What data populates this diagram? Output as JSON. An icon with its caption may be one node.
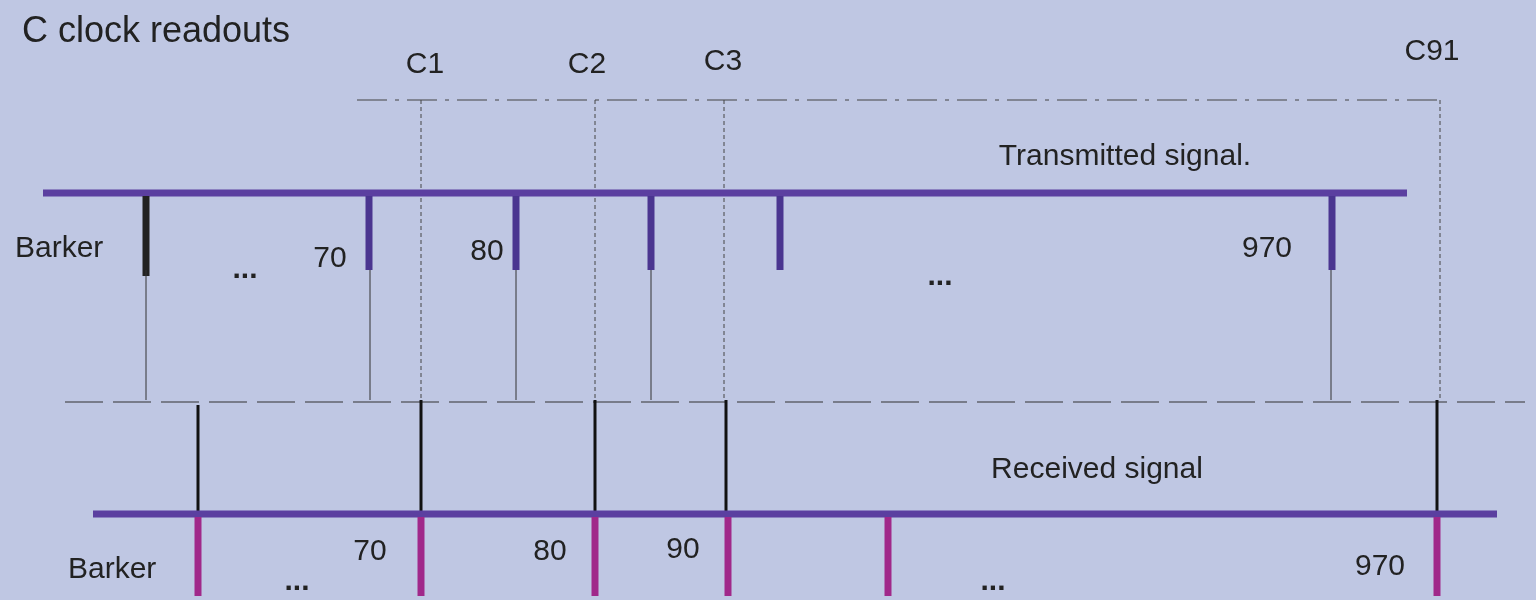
{
  "diagram": {
    "title": "C clock readouts",
    "labels": [
      "C1",
      "C2",
      "C3",
      "C91",
      "Transmitted signal.",
      "Barker",
      "...",
      "70",
      "80",
      "970",
      "...",
      "Received signal",
      "Barker",
      "70",
      "80",
      "90",
      "970",
      "...",
      "..."
    ]
  }
}
